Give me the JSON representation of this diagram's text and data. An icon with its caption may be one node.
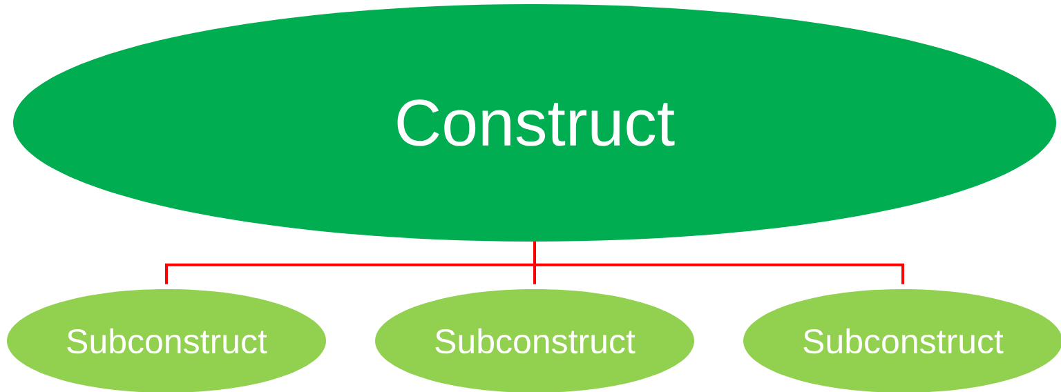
{
  "diagram": {
    "nodes": [
      {
        "text": [
          "Construct"
        ]
      },
      {
        "text": [
          "Subconstruct"
        ]
      },
      {
        "text": [
          "Subconstruct"
        ]
      },
      {
        "text": [
          "Subconstruct"
        ]
      }
    ],
    "edges": [
      {
        "from": 0,
        "to": 1,
        "arrow": "none"
      },
      {
        "from": 0,
        "to": 2,
        "arrow": "none"
      },
      {
        "from": 0,
        "to": 3,
        "arrow": "none"
      }
    ]
  }
}
